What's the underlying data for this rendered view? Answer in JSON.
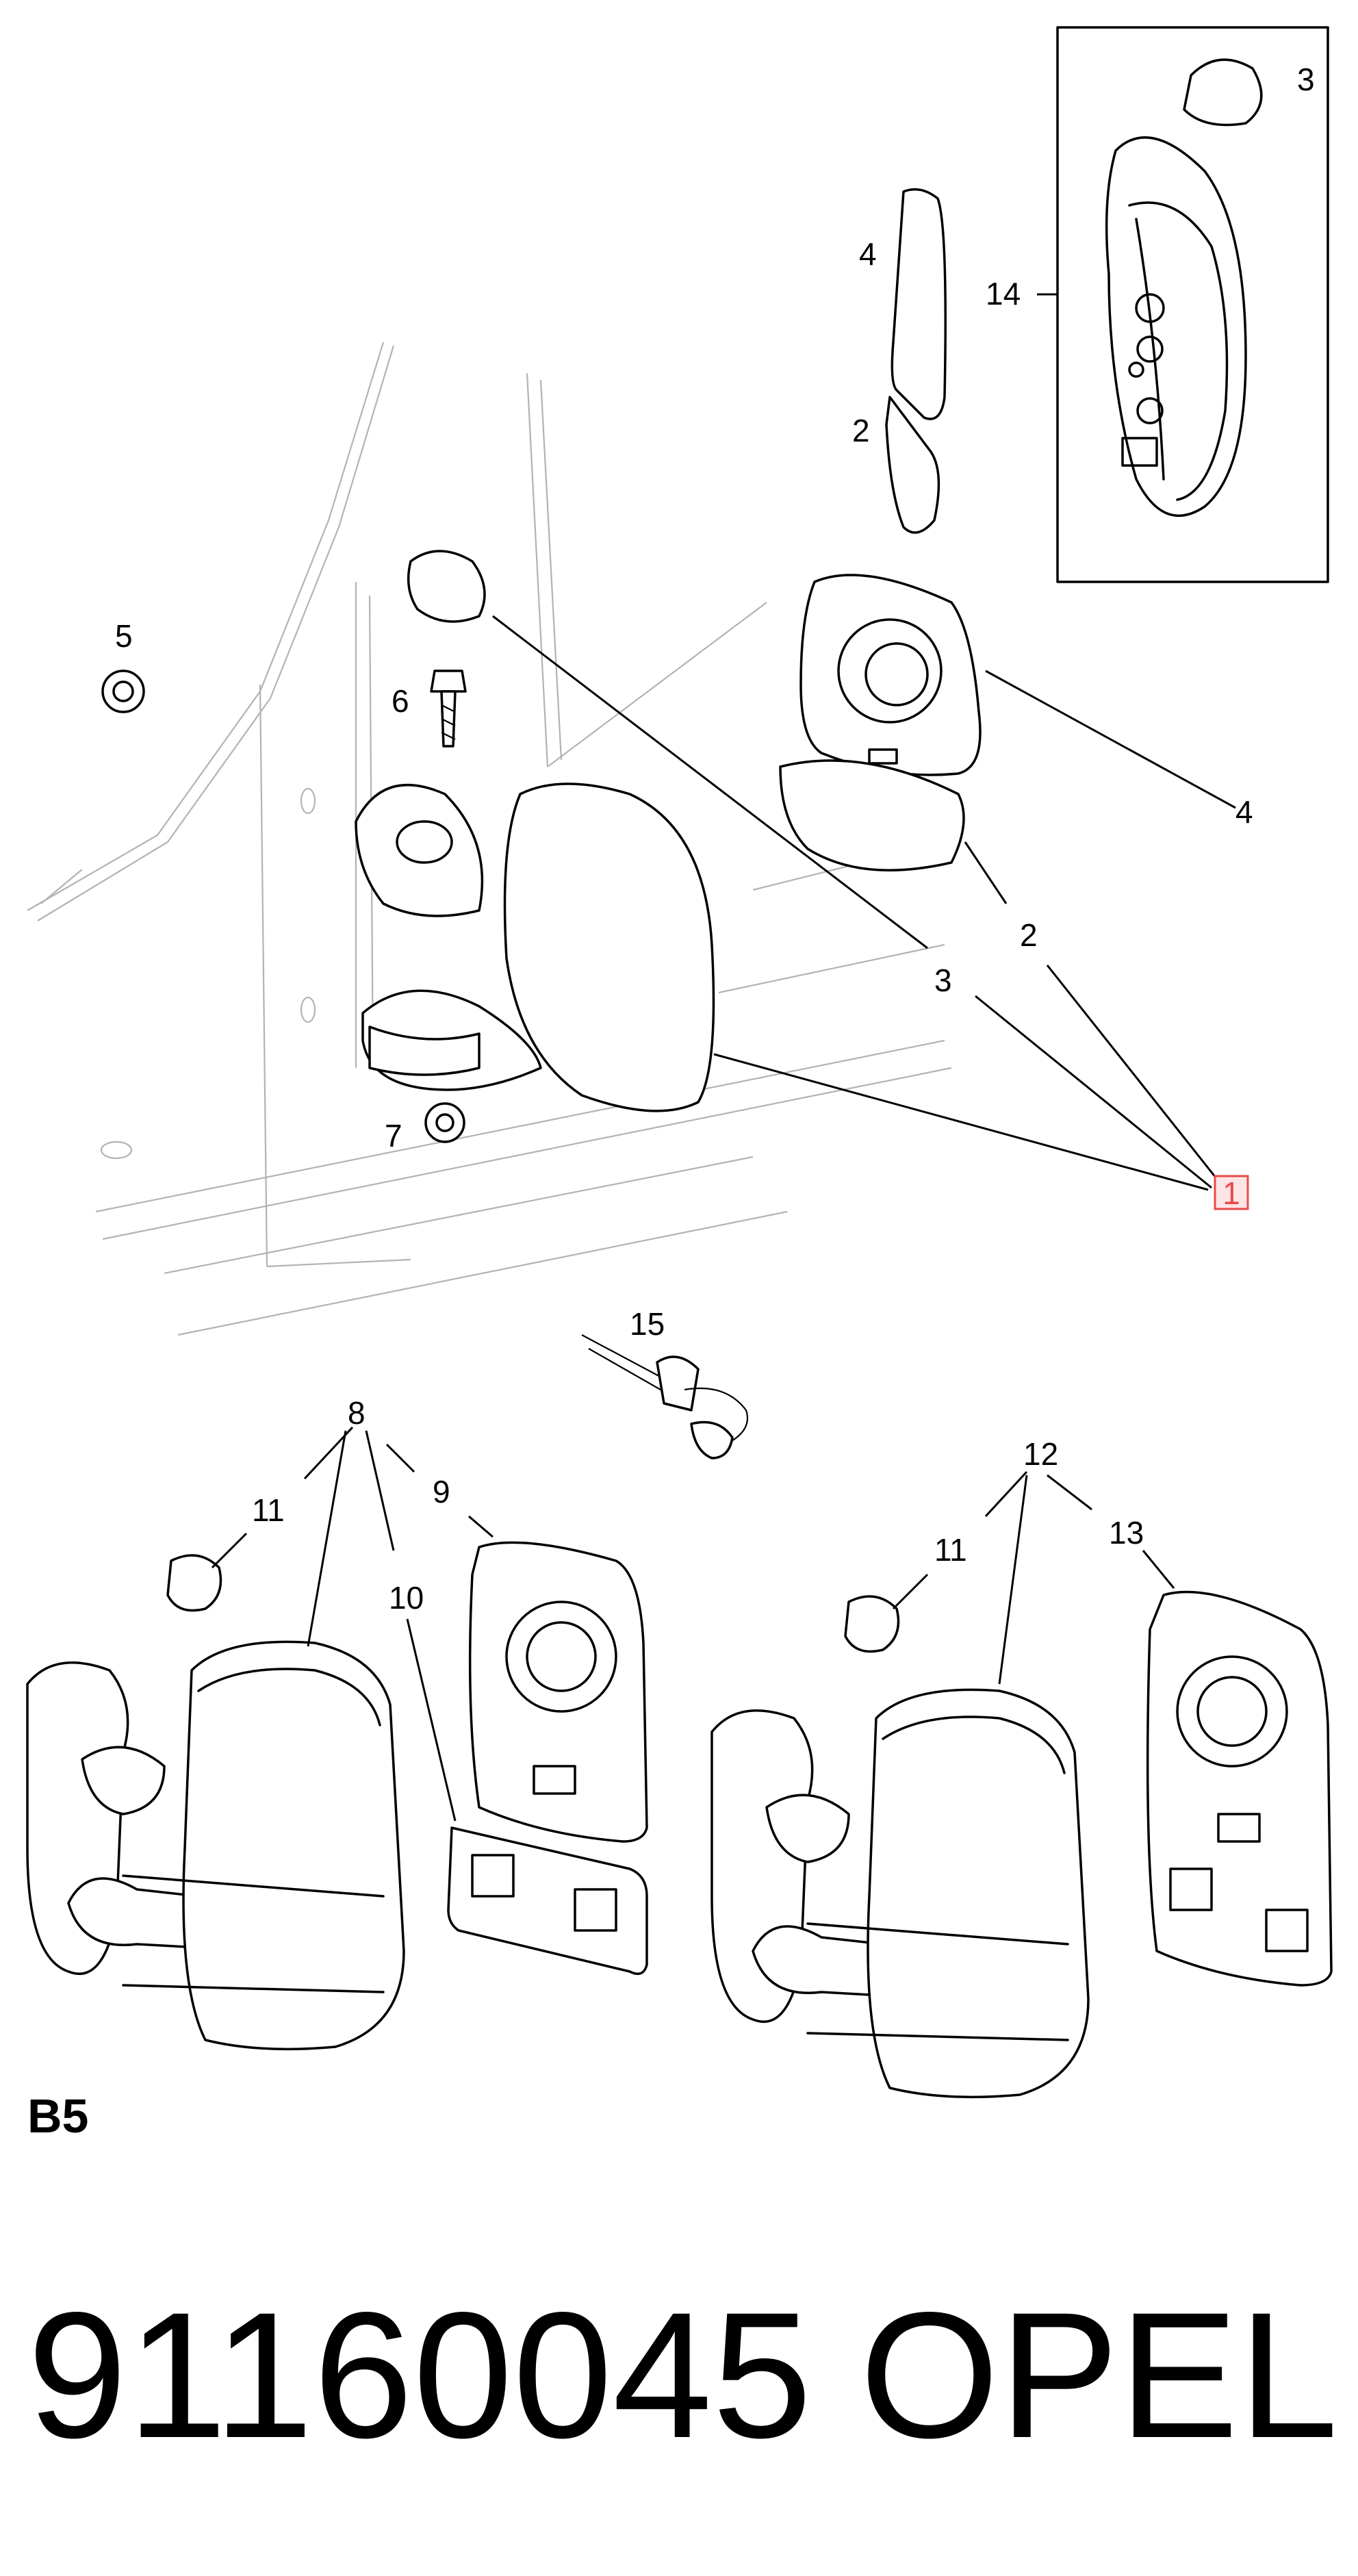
{
  "section_code": "B5",
  "footer": {
    "part_number": "91160045",
    "brand": "OPEL"
  },
  "callouts": {
    "c1": "1",
    "c2a": "2",
    "c2b": "2",
    "c3a": "3",
    "c3b": "3",
    "c4a": "4",
    "c4b": "4",
    "c5": "5",
    "c6": "6",
    "c7": "7",
    "c8": "8",
    "c9": "9",
    "c10": "10",
    "c11a": "11",
    "c11b": "11",
    "c12": "12",
    "c13": "13",
    "c14": "14",
    "c15": "15"
  },
  "colors": {
    "highlight": "#e84a4a",
    "line": "#000000",
    "background_lines": "#b3b3b3"
  }
}
